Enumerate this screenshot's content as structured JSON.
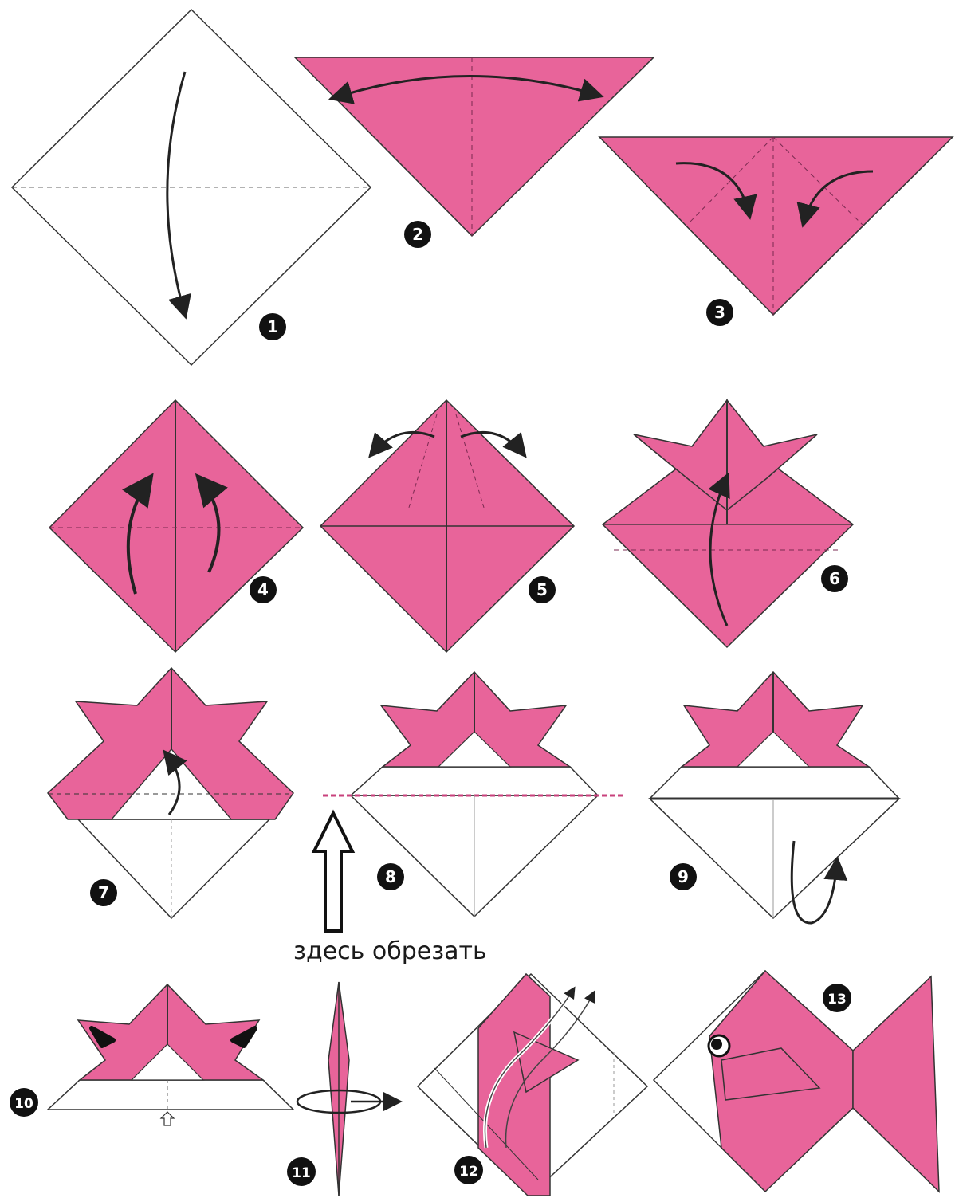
{
  "colors": {
    "paper_pink": "#E8649A",
    "paper_pink_dark": "#C8427C",
    "paper_white": "#FFFFFF",
    "line": "#333333",
    "crease": "#6b6b6b",
    "badge": "#111111"
  },
  "steps": [
    {
      "number": "1"
    },
    {
      "number": "2"
    },
    {
      "number": "3"
    },
    {
      "number": "4"
    },
    {
      "number": "5"
    },
    {
      "number": "6"
    },
    {
      "number": "7"
    },
    {
      "number": "8"
    },
    {
      "number": "9"
    },
    {
      "number": "10"
    },
    {
      "number": "11"
    },
    {
      "number": "12"
    },
    {
      "number": "13"
    }
  ],
  "cut_caption": "здесь обрезать",
  "icons": {
    "fold_arrow": "curved-arrow-icon",
    "cut_arrow": "hollow-up-arrow-icon",
    "turn_over": "rotate-arrow-icon",
    "push_arrow": "push-arrow-icon",
    "eye": "fish-eye-icon"
  }
}
